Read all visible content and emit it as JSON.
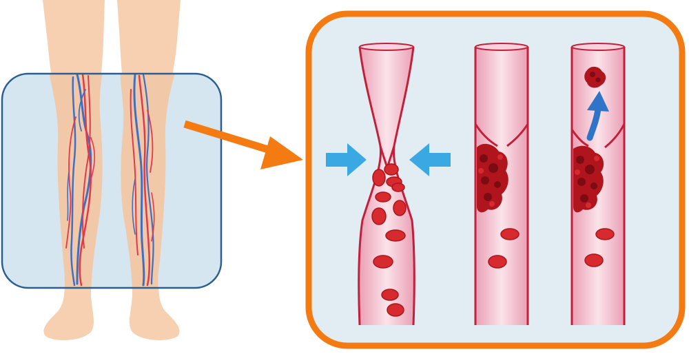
{
  "colors": {
    "skin": "#f6d0b0",
    "skin_shadow": "#eec0a0",
    "zoom_panel_fill": "#cfe2ee",
    "zoom_panel_stroke": "#2a5d92",
    "orange": "#f47b12",
    "detail_panel_fill": "#e2ecf3",
    "vessel_fill": "#f2bccd",
    "vessel_highlight": "#fbe3ea",
    "vessel_wall": "#c1203a",
    "artery": "#e03a4a",
    "vein": "#3f6fc0",
    "red_cell": "#d72a2f",
    "red_cell_dark": "#a8151c",
    "clot": "#b0141c",
    "clot_dark": "#7d0b12",
    "blue_arrow": "#3aa9e3",
    "up_arrow": "#2f74c8"
  },
  "panels": [
    {
      "name": "vessel-narrowing",
      "description_icon": "compression-arrows-icon"
    },
    {
      "name": "vessel-clot",
      "description_icon": "clot-icon"
    },
    {
      "name": "vessel-embolus",
      "description_icon": "up-arrow-icon"
    }
  ]
}
